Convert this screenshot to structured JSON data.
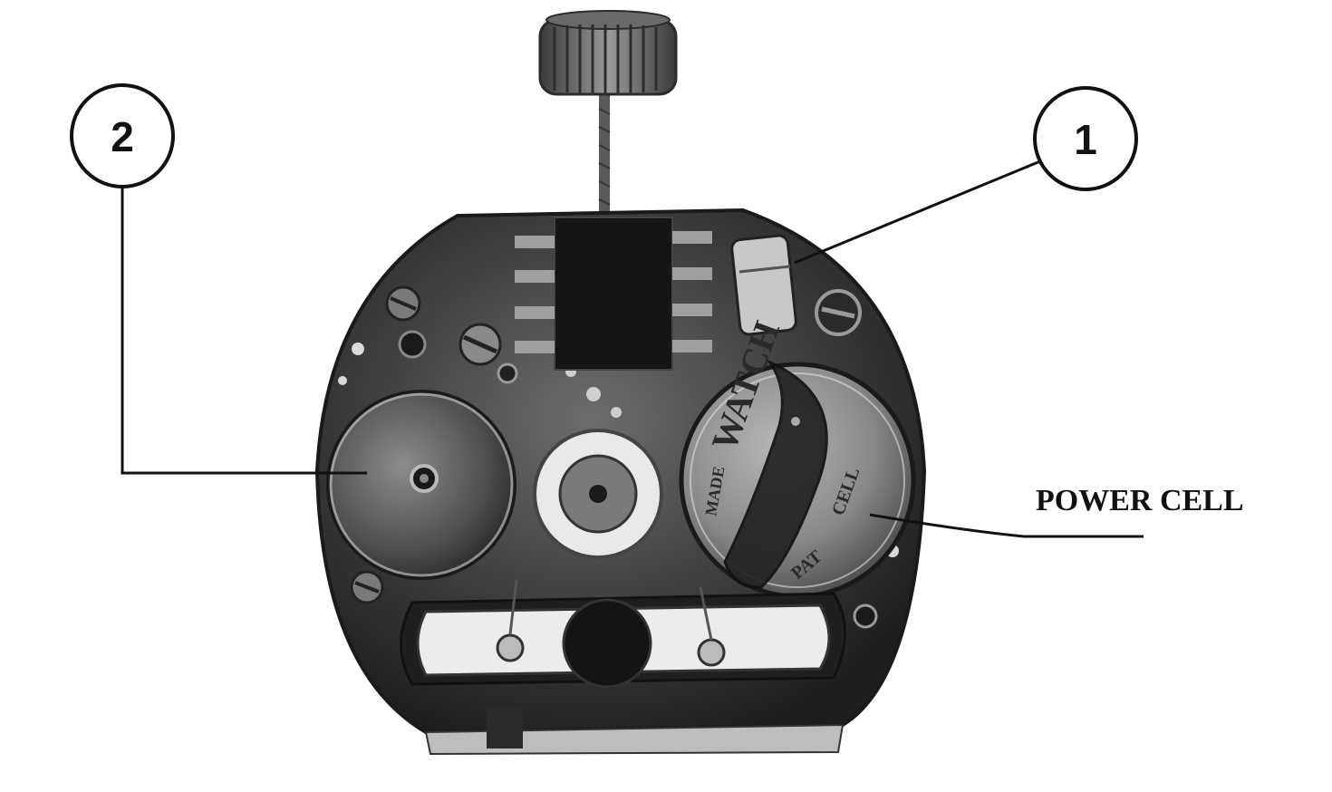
{
  "callouts": [
    {
      "id": "1",
      "text": "1"
    },
    {
      "id": "2",
      "text": "2"
    }
  ],
  "labels": {
    "power_cell": "POWER CELL"
  },
  "cell_markings": {
    "brand": "WATCH",
    "made": "MADE",
    "text_right": "CELL",
    "text_pat": "PAT"
  }
}
